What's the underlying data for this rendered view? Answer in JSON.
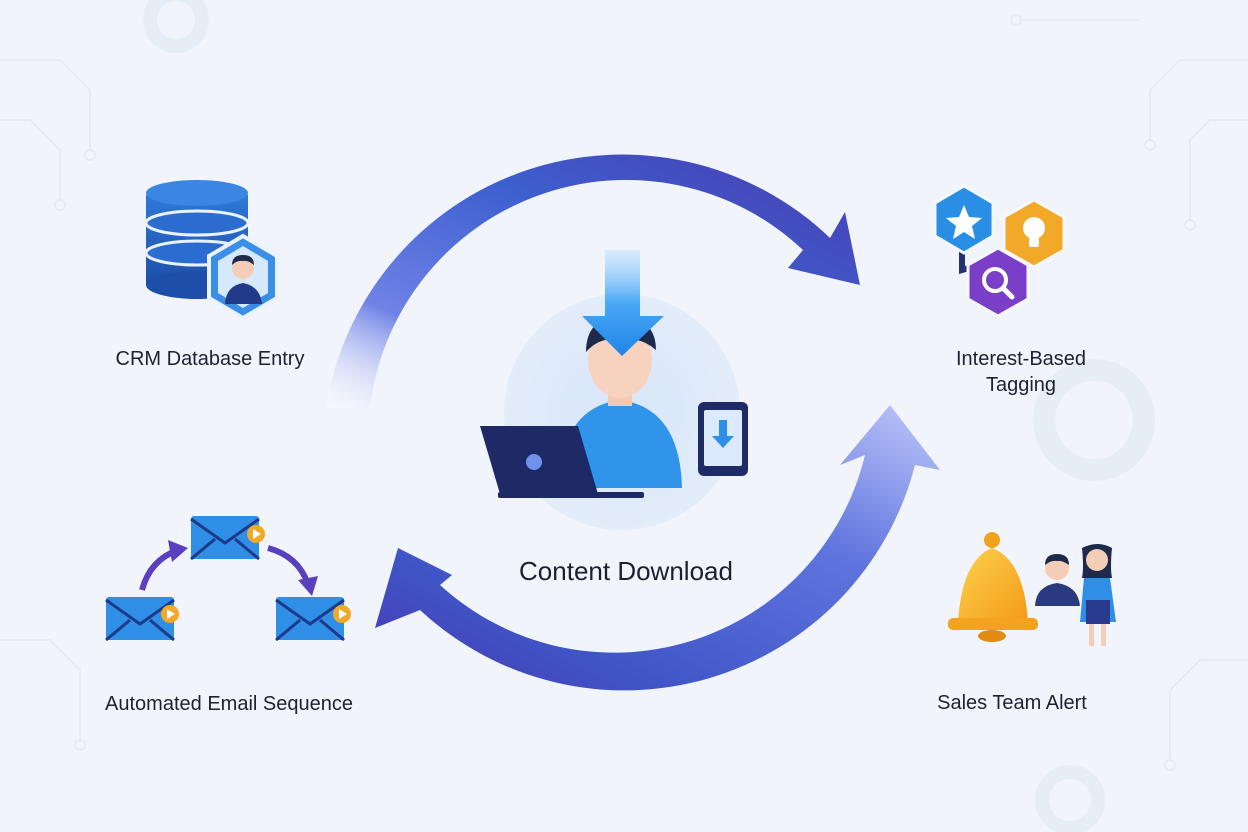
{
  "diagram": {
    "center": {
      "label": "Content Download",
      "icon": "person-laptop-download-icon"
    },
    "steps": [
      {
        "id": "crm",
        "label": "CRM Database Entry",
        "icon": "database-user-icon"
      },
      {
        "id": "tagging",
        "label": "Interest-Based Tagging",
        "icon": "tag-hexagons-icon"
      },
      {
        "id": "alert",
        "label": "Sales Team Alert",
        "icon": "bell-team-icon"
      },
      {
        "id": "email",
        "label": "Automated Email Sequence",
        "icon": "email-sequence-icon"
      }
    ],
    "cycle_direction": "clockwise"
  },
  "colors": {
    "background": "#f1f5fb",
    "arrow_dark": "#4a3fb0",
    "arrow_mid": "#3f62cf",
    "arrow_light": "#8a9af0",
    "primary_blue": "#2f8fe6",
    "navy": "#22336e",
    "purple": "#7b3fc7",
    "gold": "#f5a623"
  }
}
